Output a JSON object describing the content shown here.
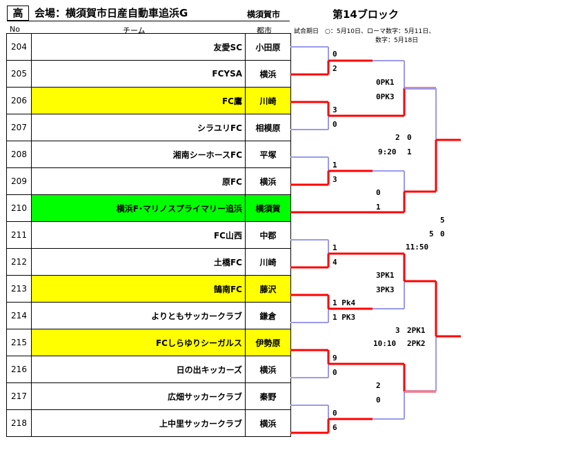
{
  "header": {
    "mark": "高",
    "venue": "会場：横須賀市日産自動車追浜G",
    "city": "横須賀市",
    "block": "第14ブロック",
    "col_no": "No",
    "col_team": "チーム",
    "col_city": "都市",
    "note_line1": "試合期日　○：5月10日、ローマ数字：5月11日、",
    "note_line2": "数字：5月18日"
  },
  "teams": [
    {
      "no": "204",
      "name": "友愛SC",
      "city": "小田原",
      "highlight": ""
    },
    {
      "no": "205",
      "name": "FCYSA",
      "city": "横浜",
      "highlight": ""
    },
    {
      "no": "206",
      "name": "FC鷹",
      "city": "川崎",
      "highlight": "yellow"
    },
    {
      "no": "207",
      "name": "シラユリFC",
      "city": "相模原",
      "highlight": ""
    },
    {
      "no": "208",
      "name": "湘南シーホースFC",
      "city": "平塚",
      "highlight": ""
    },
    {
      "no": "209",
      "name": "原FC",
      "city": "横浜",
      "highlight": ""
    },
    {
      "no": "210",
      "name": "横浜F･マリノスプライマリー追浜",
      "city": "横須賀",
      "highlight": "green"
    },
    {
      "no": "211",
      "name": "FC山西",
      "city": "中郡",
      "highlight": ""
    },
    {
      "no": "212",
      "name": "土橋FC",
      "city": "川崎",
      "highlight": ""
    },
    {
      "no": "213",
      "name": "鵠南FC",
      "city": "藤沢",
      "highlight": "yellow"
    },
    {
      "no": "214",
      "name": "よりともサッカークラブ",
      "city": "鎌倉",
      "highlight": ""
    },
    {
      "no": "215",
      "name": "FCしらゆりシーガルス",
      "city": "伊勢原",
      "highlight": "yellow"
    },
    {
      "no": "216",
      "name": "日の出キッカーズ",
      "city": "横浜",
      "highlight": ""
    },
    {
      "no": "217",
      "name": "広畑サッカークラブ",
      "city": "秦野",
      "highlight": ""
    },
    {
      "no": "218",
      "name": "上中里サッカークラブ",
      "city": "横浜",
      "highlight": ""
    }
  ],
  "scores": {
    "r1_m1_top": "0",
    "r1_m1_bot": "2",
    "r1_m2_top": "3",
    "r1_m2_bot": "0",
    "r1_m3_top": "1",
    "r1_m3_bot": "3",
    "r1_m4_top": "1",
    "r1_m4_bot": "4",
    "r1_m5_top": "1 Pk4",
    "r1_m5_bot": "1 PK3",
    "r1_m6_top": "9",
    "r1_m6_bot": "0",
    "r1_m7_top": "0",
    "r1_m7_bot": "6",
    "r2_m1_top": "0PK1",
    "r2_m1_bot": "0PK3",
    "r2_m2_top": "0",
    "r2_m2_bot": "1",
    "r2_m3_top": "3PK1",
    "r2_m3_bot": "3PK3",
    "r2_m4_top": "2",
    "r2_m4_bot": "0",
    "r3_m1_left": "2",
    "r3_m1_top": "0",
    "r3_m1_bot": "1",
    "r3_m1_time": "9:20",
    "r3_m2_left": "3",
    "r3_m2_top": "2PK1",
    "r3_m2_bot": "2PK2",
    "r3_m2_time": "10:10",
    "final_left": "5",
    "final_top": "5",
    "final_bot": "0",
    "final_time": "11:50"
  },
  "colors": {
    "winner_line": "#ff0000",
    "loser_line": "#9999ee",
    "highlight_yellow": "#ffff00",
    "highlight_green": "#00ff00"
  }
}
